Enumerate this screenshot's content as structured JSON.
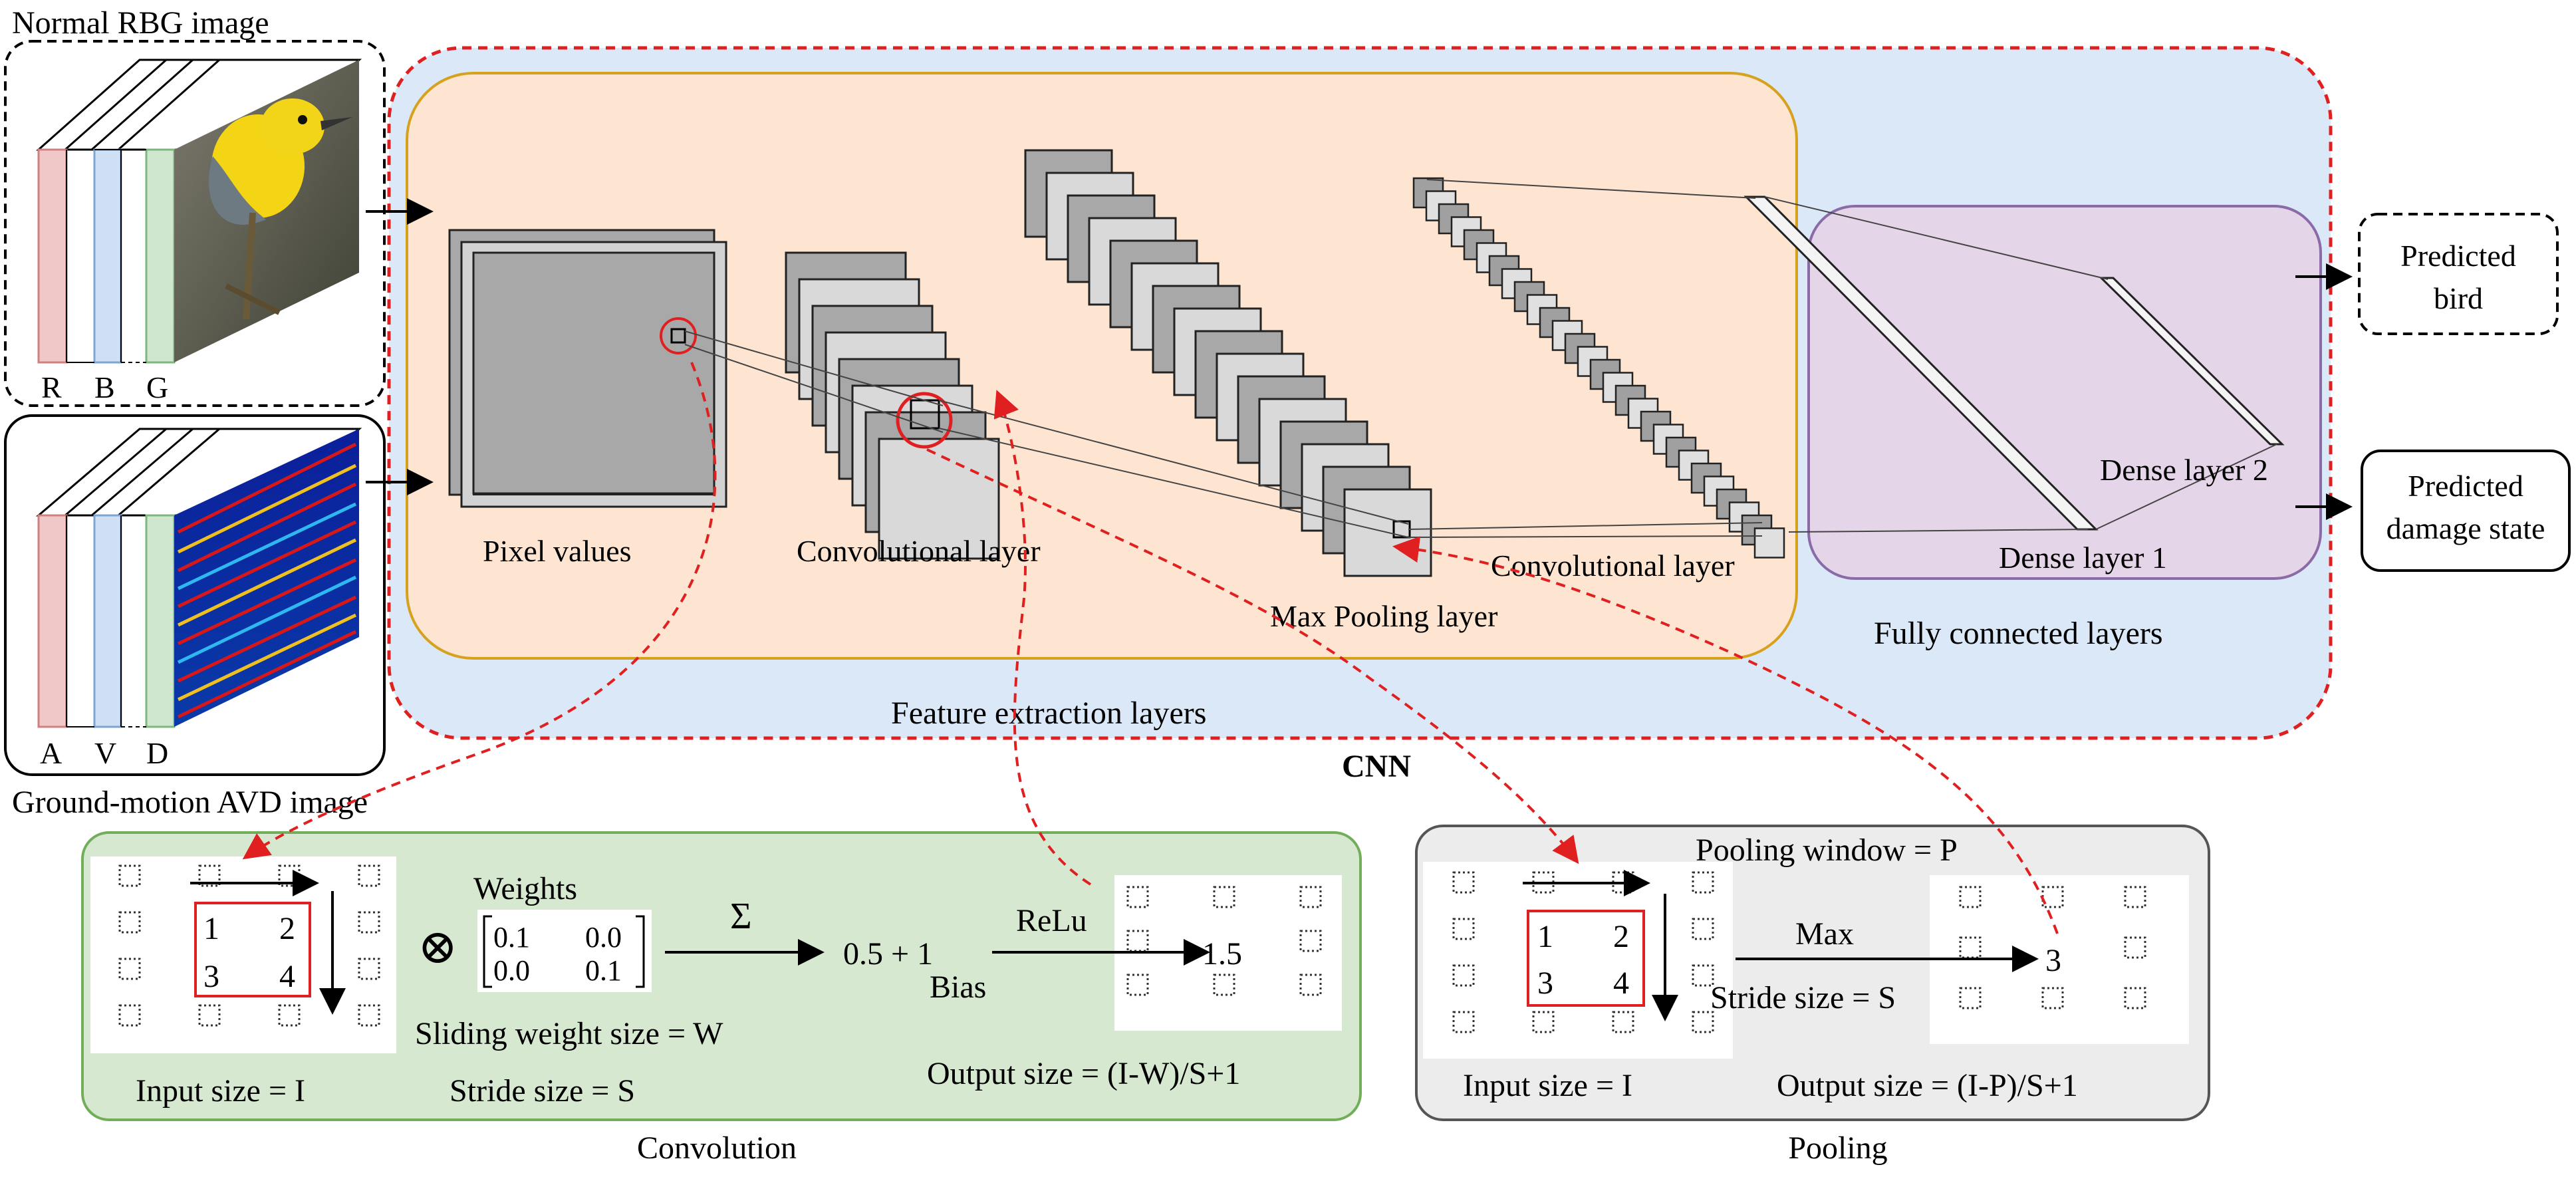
{
  "inputs": {
    "rgb_title": "Normal RBG image",
    "rgb_channels": [
      "R",
      "B",
      "G"
    ],
    "avd_title": "Ground-motion AVD image",
    "avd_channels": [
      "A",
      "V",
      "D"
    ]
  },
  "cnn": {
    "label": "CNN",
    "feature_extraction_label": "Feature extraction layers",
    "fully_connected_label": "Fully connected layers",
    "layers": {
      "pixel_values": "Pixel values",
      "conv1": "Convolutional layer",
      "max_pool": "Max Pooling layer",
      "conv2": "Convolutional layer",
      "dense1": "Dense layer 1",
      "dense2": "Dense layer 2"
    }
  },
  "outputs": {
    "bird_line1": "Predicted",
    "bird_line2": "bird",
    "damage_line1": "Predicted",
    "damage_line2": "damage state"
  },
  "convolution": {
    "title": "Convolution",
    "input_values": [
      "1",
      "2",
      "3",
      "4"
    ],
    "operator": "⊗",
    "weights_label": "Weights",
    "weights": [
      "0.1",
      "0.0",
      "0.0",
      "0.1"
    ],
    "sum_symbol": "Σ",
    "sum_result": "0.5 + 1",
    "bias_label": "Bias",
    "activation": "ReLu",
    "output_value": "1.5",
    "sliding_weight_label": "Sliding weight size = W",
    "input_size_label": "Input size = I",
    "stride_label": "Stride size = S",
    "output_size_label": "Output size = (I-W)/S+1"
  },
  "pooling": {
    "title": "Pooling",
    "window_label": "Pooling window = P",
    "input_values": [
      "1",
      "2",
      "3",
      "4"
    ],
    "operation": "Max",
    "output_value": "3",
    "stride_label": "Stride size = S",
    "input_size_label": "Input size = I",
    "output_size_label": "Output size = (I-P)/S+1"
  },
  "colors": {
    "cnn_bg": "#dbe8f8",
    "cnn_border": "#e02020",
    "feature_bg": "#fde5d1",
    "feature_border": "#d6a21e",
    "fc_bg": "#e5d5e8",
    "fc_border": "#8a6ba8",
    "conv_panel_bg": "#d6e8d0",
    "conv_panel_border": "#72ad5a",
    "pool_panel_bg": "#ececec",
    "pool_panel_border": "#555555",
    "arrow_red": "#e02020",
    "channel_r": "#f0c8c8",
    "channel_b": "#cfe0f4",
    "channel_g": "#cfe6cf"
  }
}
